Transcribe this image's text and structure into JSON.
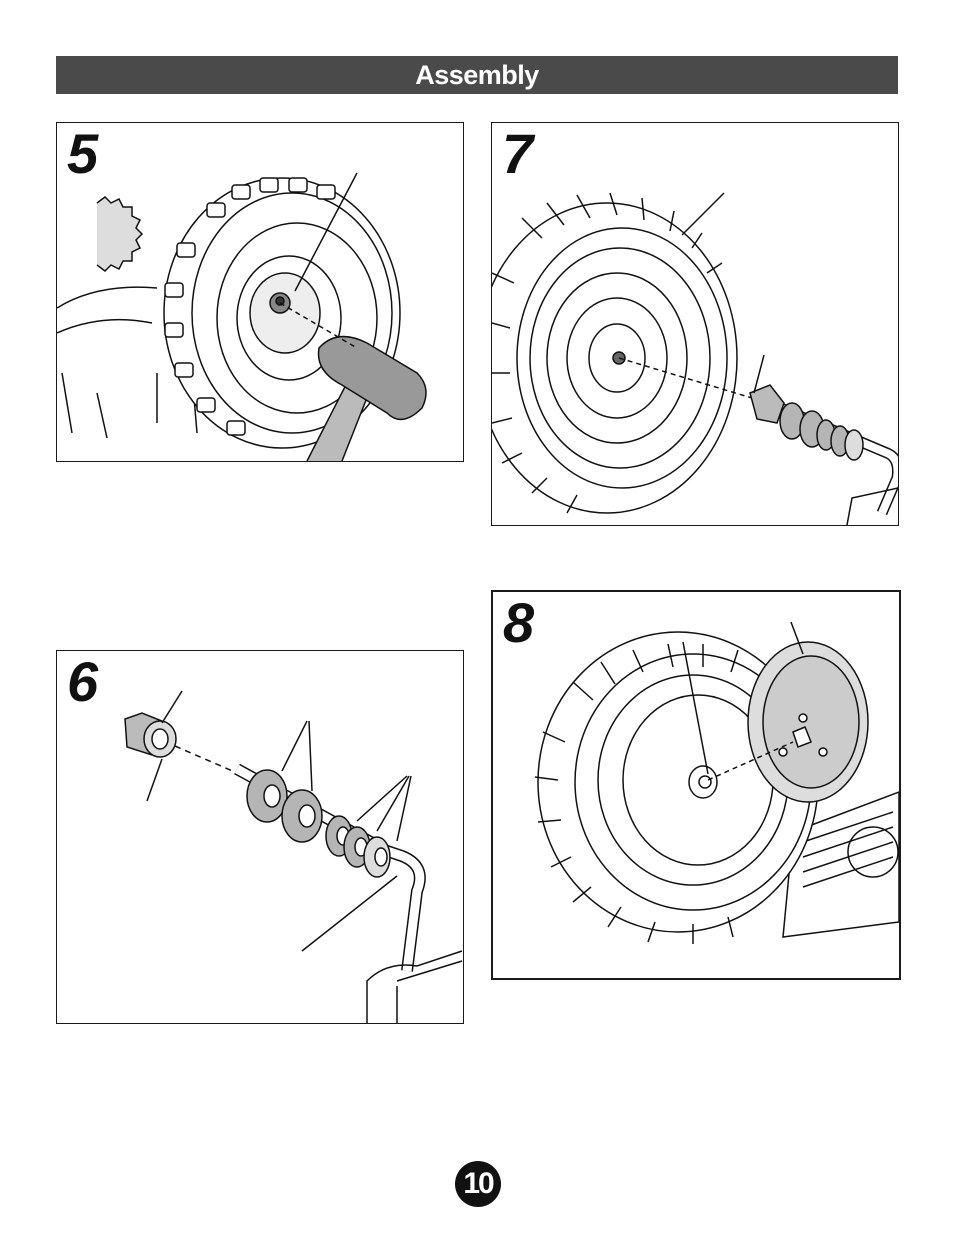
{
  "header": {
    "title": "Assembly"
  },
  "steps": [
    {
      "number": "5"
    },
    {
      "number": "6"
    },
    {
      "number": "7"
    },
    {
      "number": "8"
    }
  ],
  "colors": {
    "header_bg": "#4a4a4a",
    "part_gray": "#b5b5b5",
    "line": "#111111"
  },
  "footer": {
    "page_number": "10"
  }
}
